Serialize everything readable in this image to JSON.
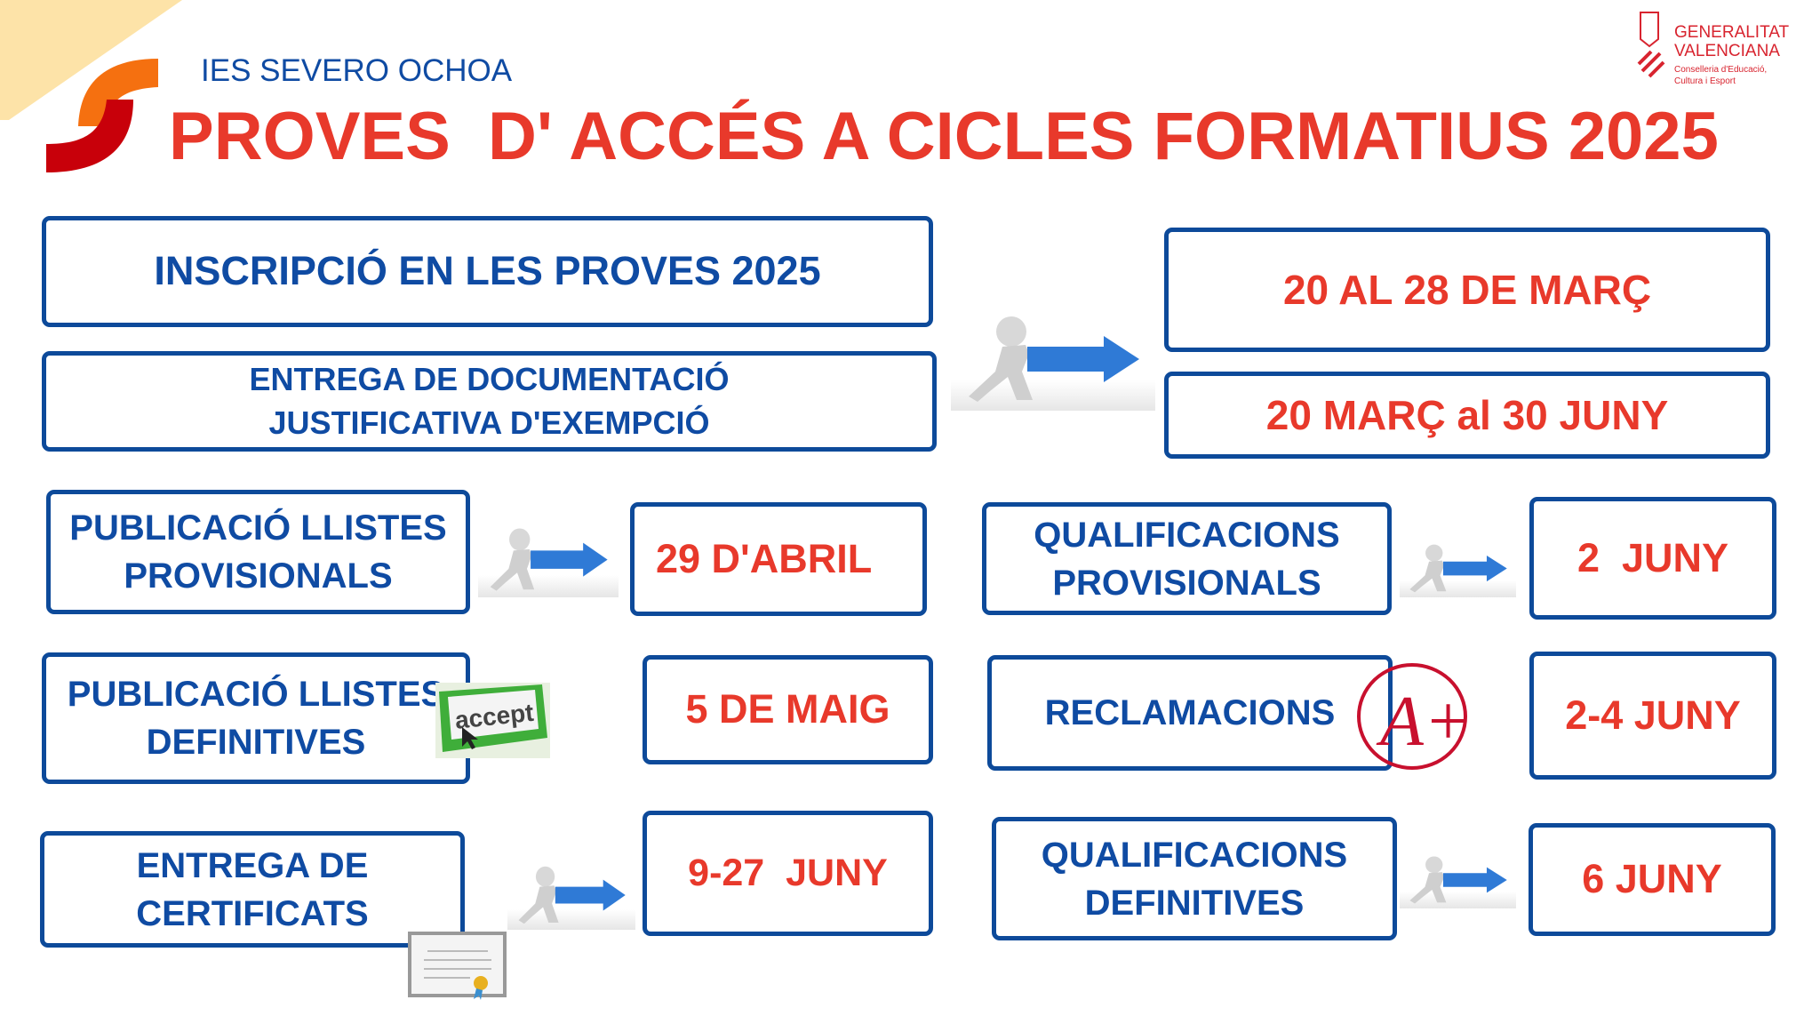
{
  "header": {
    "school": "IES SEVERO OCHOA",
    "title": "PROVES  D' ACCÉS A CICLES FORMATIUS 2025",
    "gv_logo": {
      "line1": "GENERALITAT",
      "line2": "VALENCIANA",
      "line3": "Conselleria d'Educació,",
      "line4": "Cultura i Esport"
    }
  },
  "items": [
    {
      "label": "INSCRIPCIÓ EN LES PROVES 2025",
      "date": "20 AL 28 DE MARÇ"
    },
    {
      "label": "ENTREGA DE DOCUMENTACIÓ JUSTIFICATIVA D'EXEMPCIÓ",
      "date": "20 MARÇ al 30 JUNY"
    },
    {
      "label": "PUBLICACIÓ LLISTES PROVISIONALS",
      "date": "29 D'ABRIL"
    },
    {
      "label": "QUALIFICACIONS PROVISIONALS",
      "date": "2  JUNY"
    },
    {
      "label": "PUBLICACIÓ LLISTES DEFINITIVES",
      "date": "5 DE MAIG"
    },
    {
      "label": "RECLAMACIONS",
      "date": "2-4 JUNY"
    },
    {
      "label": "ENTREGA DE CERTIFICATS",
      "date": "9-27  JUNY"
    },
    {
      "label": "QUALIFICACIONS DEFINITIVES",
      "date": "6 JUNY"
    }
  ],
  "decor": {
    "accept_text": "accept",
    "grade_text": "A+"
  },
  "colors": {
    "border": "#0d4a9a",
    "label": "#0f4ba3",
    "date": "#e8392b",
    "arrow": "#2f7ad6"
  }
}
